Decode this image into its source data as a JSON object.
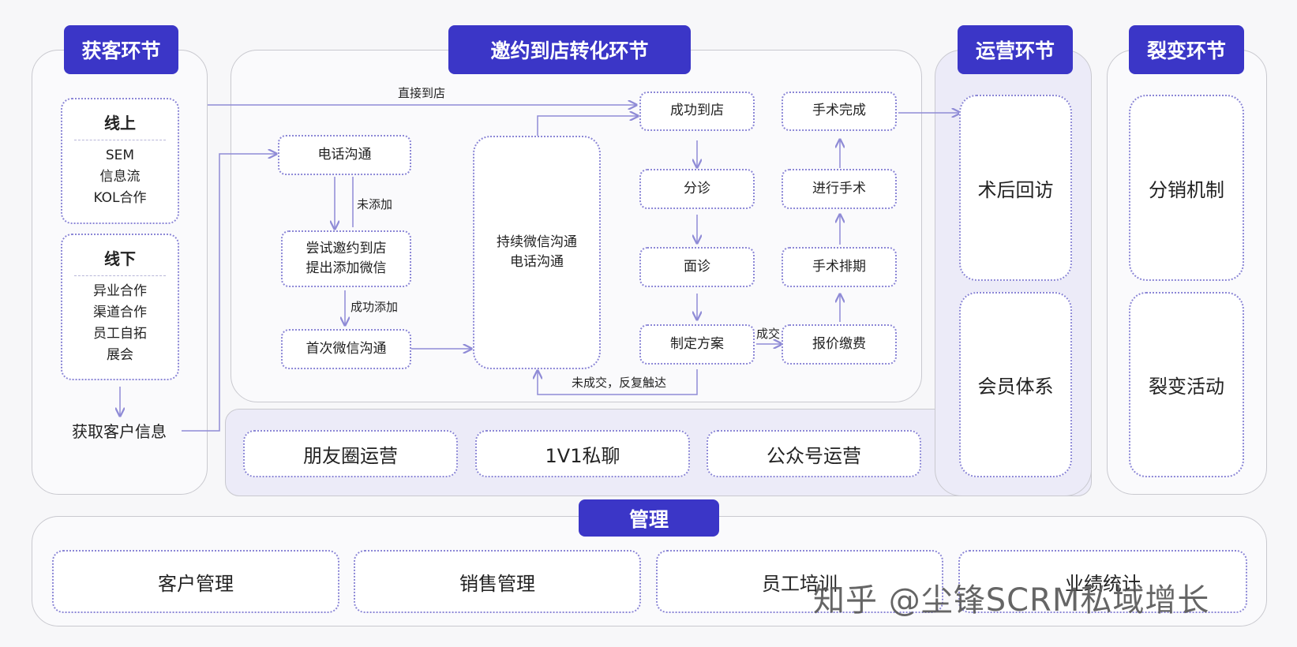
{
  "sections": {
    "acquire": "获客环节",
    "invite": "邀约到店转化环节",
    "operate": "运营环节",
    "fission": "裂变环节",
    "manage": "管理"
  },
  "acquire": {
    "online": {
      "title": "线上",
      "items": [
        "SEM",
        "信息流",
        "KOL合作"
      ]
    },
    "offline": {
      "title": "线下",
      "items": [
        "异业合作",
        "渠道合作",
        "员工自拓",
        "展会"
      ]
    },
    "get_info": "获取客户信息"
  },
  "invite": {
    "phone": "电话沟通",
    "try_invite": [
      "尝试邀约到店",
      "提出添加微信"
    ],
    "first_wechat": "首次微信沟通",
    "continuous": [
      "持续微信沟通",
      "电话沟通"
    ],
    "arrive": "成功到店",
    "triage": "分诊",
    "consult": "面诊",
    "plan": "制定方案",
    "quote": "报价缴费",
    "schedule": "手术排期",
    "perform": "进行手术",
    "complete": "手术完成"
  },
  "labels": {
    "direct": "直接到店",
    "not_added": "未添加",
    "added": "成功添加",
    "deal": "成交",
    "no_deal": "未成交，反复触达"
  },
  "channels": [
    "朋友圈运营",
    "1V1私聊",
    "公众号运营"
  ],
  "operate": [
    "术后回访",
    "会员体系"
  ],
  "fission": [
    "分销机制",
    "裂变活动"
  ],
  "manage": [
    "客户管理",
    "销售管理",
    "员工培训",
    "业绩统计"
  ],
  "watermark": "知乎 @尘锋SCRM私域增长",
  "colors": {
    "accent": "#3b36c7",
    "dotted_border": "#8c87d6",
    "line": "#8f8bd6"
  }
}
